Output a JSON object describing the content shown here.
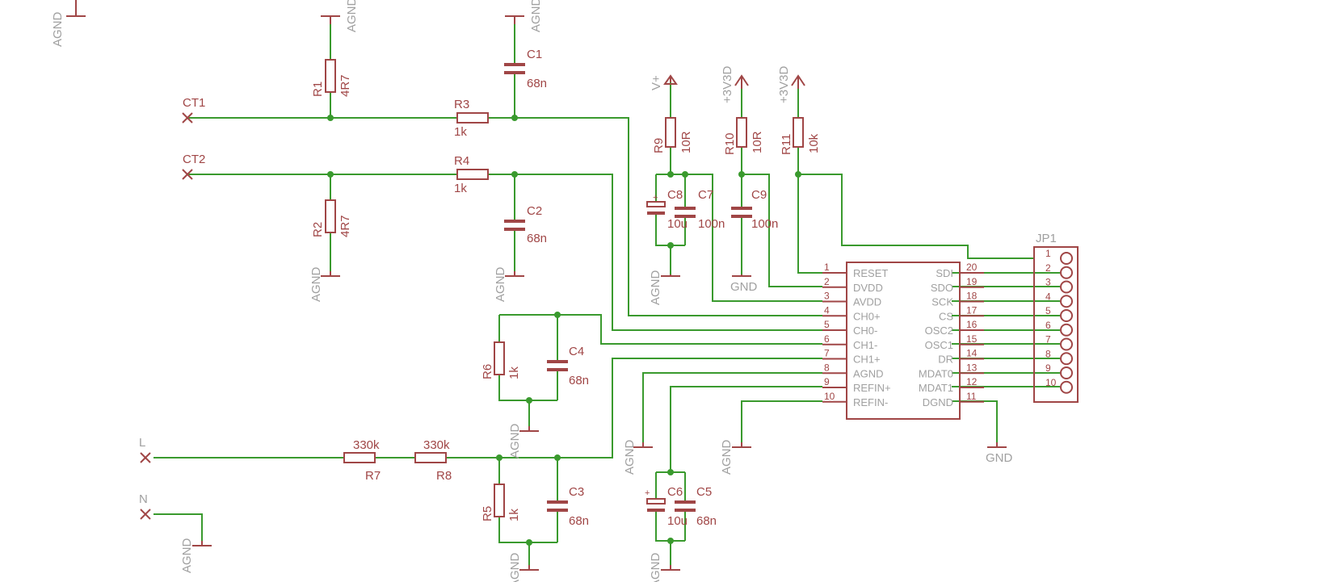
{
  "power_labels": {
    "agnd": "AGND",
    "gnd": "GND",
    "vplus": "V+",
    "v3v3d": "+3V3D"
  },
  "nets": {
    "ct1": "CT1",
    "ct2": "CT2",
    "l": "L",
    "n": "N"
  },
  "resistors": {
    "r1": {
      "name": "R1",
      "value": "4R7"
    },
    "r2": {
      "name": "R2",
      "value": "4R7"
    },
    "r3": {
      "name": "R3",
      "value": "1k"
    },
    "r4": {
      "name": "R4",
      "value": "1k"
    },
    "r5": {
      "name": "R5",
      "value": "1k"
    },
    "r6": {
      "name": "R6",
      "value": "1k"
    },
    "r7": {
      "name": "R7",
      "value": "330k"
    },
    "r8": {
      "name": "R8",
      "value": "330k"
    },
    "r9": {
      "name": "R9",
      "value": "10R"
    },
    "r10": {
      "name": "R10",
      "value": "10R"
    },
    "r11": {
      "name": "R11",
      "value": "10k"
    }
  },
  "capacitors": {
    "c1": {
      "name": "C1",
      "value": "68n"
    },
    "c2": {
      "name": "C2",
      "value": "68n"
    },
    "c3": {
      "name": "C3",
      "value": "68n"
    },
    "c4": {
      "name": "C4",
      "value": "68n"
    },
    "c5": {
      "name": "C5",
      "value": "68n"
    },
    "c6": {
      "name": "C6",
      "value": "10u"
    },
    "c7": {
      "name": "C7",
      "value": "100n"
    },
    "c8": {
      "name": "C8",
      "value": "10u"
    },
    "c9": {
      "name": "C9",
      "value": "100n"
    }
  },
  "ic": {
    "left_pins": [
      {
        "num": "1",
        "name": "RESET"
      },
      {
        "num": "2",
        "name": "DVDD"
      },
      {
        "num": "3",
        "name": "AVDD"
      },
      {
        "num": "4",
        "name": "CH0+"
      },
      {
        "num": "5",
        "name": "CH0-"
      },
      {
        "num": "6",
        "name": "CH1-"
      },
      {
        "num": "7",
        "name": "CH1+"
      },
      {
        "num": "8",
        "name": "AGND"
      },
      {
        "num": "9",
        "name": "REFIN+"
      },
      {
        "num": "10",
        "name": "REFIN-"
      }
    ],
    "right_pins": [
      {
        "num": "20",
        "name": "SDI"
      },
      {
        "num": "19",
        "name": "SDO"
      },
      {
        "num": "18",
        "name": "SCK"
      },
      {
        "num": "17",
        "name": "CS"
      },
      {
        "num": "16",
        "name": "OSC2"
      },
      {
        "num": "15",
        "name": "OSC1"
      },
      {
        "num": "14",
        "name": "DR"
      },
      {
        "num": "13",
        "name": "MDAT0"
      },
      {
        "num": "12",
        "name": "MDAT1"
      },
      {
        "num": "11",
        "name": "DGND"
      }
    ]
  },
  "connector": {
    "name": "JP1",
    "pins": [
      "1",
      "2",
      "3",
      "4",
      "5",
      "6",
      "7",
      "8",
      "9",
      "10"
    ]
  },
  "polarity_mark": "+"
}
